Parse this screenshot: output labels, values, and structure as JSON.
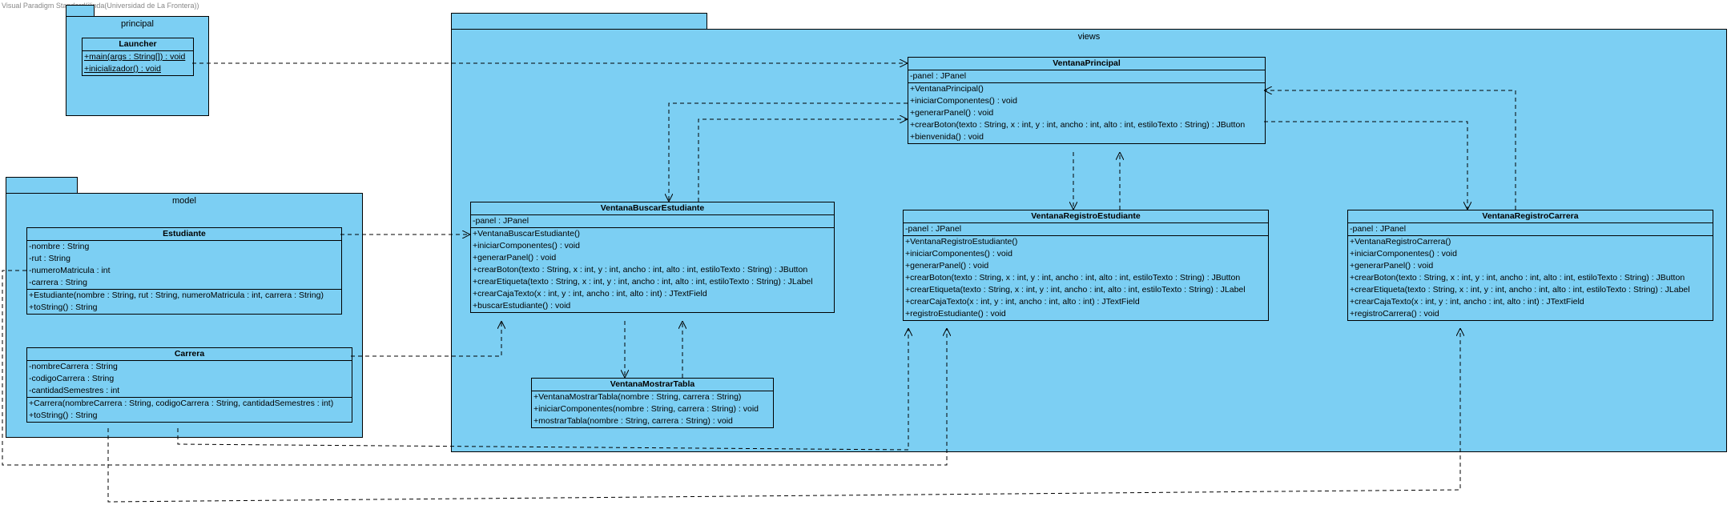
{
  "watermark": "Visual Paradigm Standard(ilinda(Universidad de La Frontera))",
  "packages": {
    "principal": "principal",
    "model": "model",
    "views": "views"
  },
  "classes": {
    "launcher": {
      "name": "Launcher",
      "attributes": [],
      "operations": [
        "+main(args : String[]) : void",
        "+inicializador() : void"
      ]
    },
    "estudiante": {
      "name": "Estudiante",
      "attributes": [
        "-nombre : String",
        "-rut : String",
        "-numeroMatricula : int",
        "-carrera : String"
      ],
      "operations": [
        "+Estudiante(nombre : String, rut : String, numeroMatricula : int, carrera : String)",
        "+toString() : String"
      ]
    },
    "carrera": {
      "name": "Carrera",
      "attributes": [
        "-nombreCarrera : String",
        "-codigoCarrera : String",
        "-cantidadSemestres : int"
      ],
      "operations": [
        "+Carrera(nombreCarrera : String, codigoCarrera : String, cantidadSemestres : int)",
        "+toString() : String"
      ]
    },
    "ventanaPrincipal": {
      "name": "VentanaPrincipal",
      "attributes": [
        "-panel : JPanel"
      ],
      "operations": [
        "+VentanaPrincipal()",
        "+iniciarComponentes() : void",
        "+generarPanel() : void",
        "+crearBoton(texto : String, x : int, y : int, ancho : int, alto : int, estiloTexto : String) : JButton",
        "+bienvenida() : void"
      ]
    },
    "ventanaBuscarEstudiante": {
      "name": "VentanaBuscarEstudiante",
      "attributes": [
        "-panel : JPanel"
      ],
      "operations": [
        "+VentanaBuscarEstudiante()",
        "+iniciarComponentes() : void",
        "+generarPanel() : void",
        "+crearBoton(texto : String, x : int, y : int, ancho : int, alto : int, estiloTexto : String) : JButton",
        "+crearEtiqueta(texto : String, x : int, y : int, ancho : int, alto : int, estiloTexto : String) : JLabel",
        "+crearCajaTexto(x : int, y : int, ancho : int, alto : int) : JTextField",
        "+buscarEstudiante() : void"
      ]
    },
    "ventanaRegistroEstudiante": {
      "name": "VentanaRegistroEstudiante",
      "attributes": [
        "-panel : JPanel"
      ],
      "operations": [
        "+VentanaRegistroEstudiante()",
        "+iniciarComponentes() : void",
        "+generarPanel() : void",
        "+crearBoton(texto : String, x : int, y : int, ancho : int, alto : int, estiloTexto : String) : JButton",
        "+crearEtiqueta(texto : String, x : int, y : int, ancho : int, alto : int, estiloTexto : String) : JLabel",
        "+crearCajaTexto(x : int, y : int, ancho : int, alto : int) : JTextField",
        "+registroEstudiante() : void"
      ]
    },
    "ventanaRegistroCarrera": {
      "name": "VentanaRegistroCarrera",
      "attributes": [
        "-panel : JPanel"
      ],
      "operations": [
        "+VentanaRegistroCarrera()",
        "+iniciarComponentes() : void",
        "+generarPanel() : void",
        "+crearBoton(texto : String, x : int, y : int, ancho : int, alto : int, estiloTexto : String) : JButton",
        "+crearEtiqueta(texto : String, x : int, y : int, ancho : int, alto : int, estiloTexto : String) : JLabel",
        "+crearCajaTexto(x : int, y : int, ancho : int, alto : int) : JTextField",
        "+registroCarrera() : void"
      ]
    },
    "ventanaMostrarTabla": {
      "name": "VentanaMostrarTabla",
      "attributes": [],
      "operations": [
        "+VentanaMostrarTabla(nombre : String, carrera : String)",
        "+iniciarComponentes(nombre : String, carrera : String) : void",
        "+mostrarTabla(nombre : String, carrera : String) : void"
      ]
    }
  },
  "colors": {
    "package_fill": "#7ccff3",
    "stroke": "#000000"
  }
}
